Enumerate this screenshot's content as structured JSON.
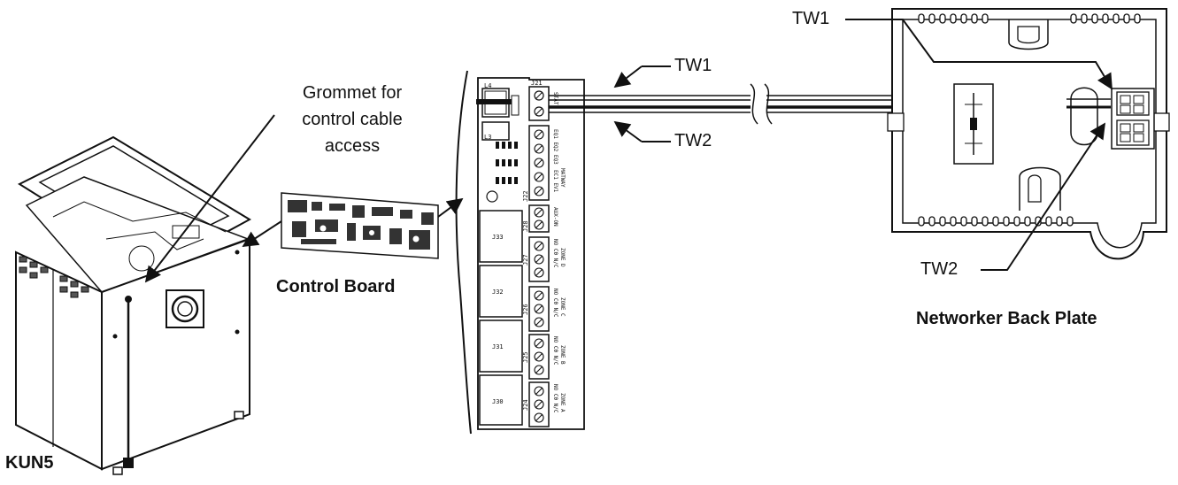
{
  "labels": {
    "grommet": [
      "Grommet  for",
      "control cable",
      "access"
    ],
    "control_board": "Control Board",
    "boiler": "KUN5",
    "tw1_board": "TW1",
    "tw2_board": "TW2",
    "tw1_plate": "TW1",
    "tw2_plate": "TW2",
    "back_plate": "Networker Back Plate"
  },
  "board": {
    "connectors": [
      "J21",
      "J22",
      "J28",
      "J27",
      "J26",
      "J25",
      "J24"
    ],
    "relays": [
      "J33",
      "J32",
      "J31",
      "J30"
    ],
    "inductors": [
      "L4",
      "L3"
    ],
    "terminal_text": [
      "STAT",
      "EQ1 EQ2 EQ3",
      "EC1 EV1",
      "AUX-ON",
      "NO  C0  N/C",
      "ZONE D",
      "NO  C0  N/C",
      "ZONE C",
      "NO  C0  N/C",
      "ZONE B",
      "NO  C0  N/C",
      "ZONE A",
      "MATWAY"
    ]
  }
}
